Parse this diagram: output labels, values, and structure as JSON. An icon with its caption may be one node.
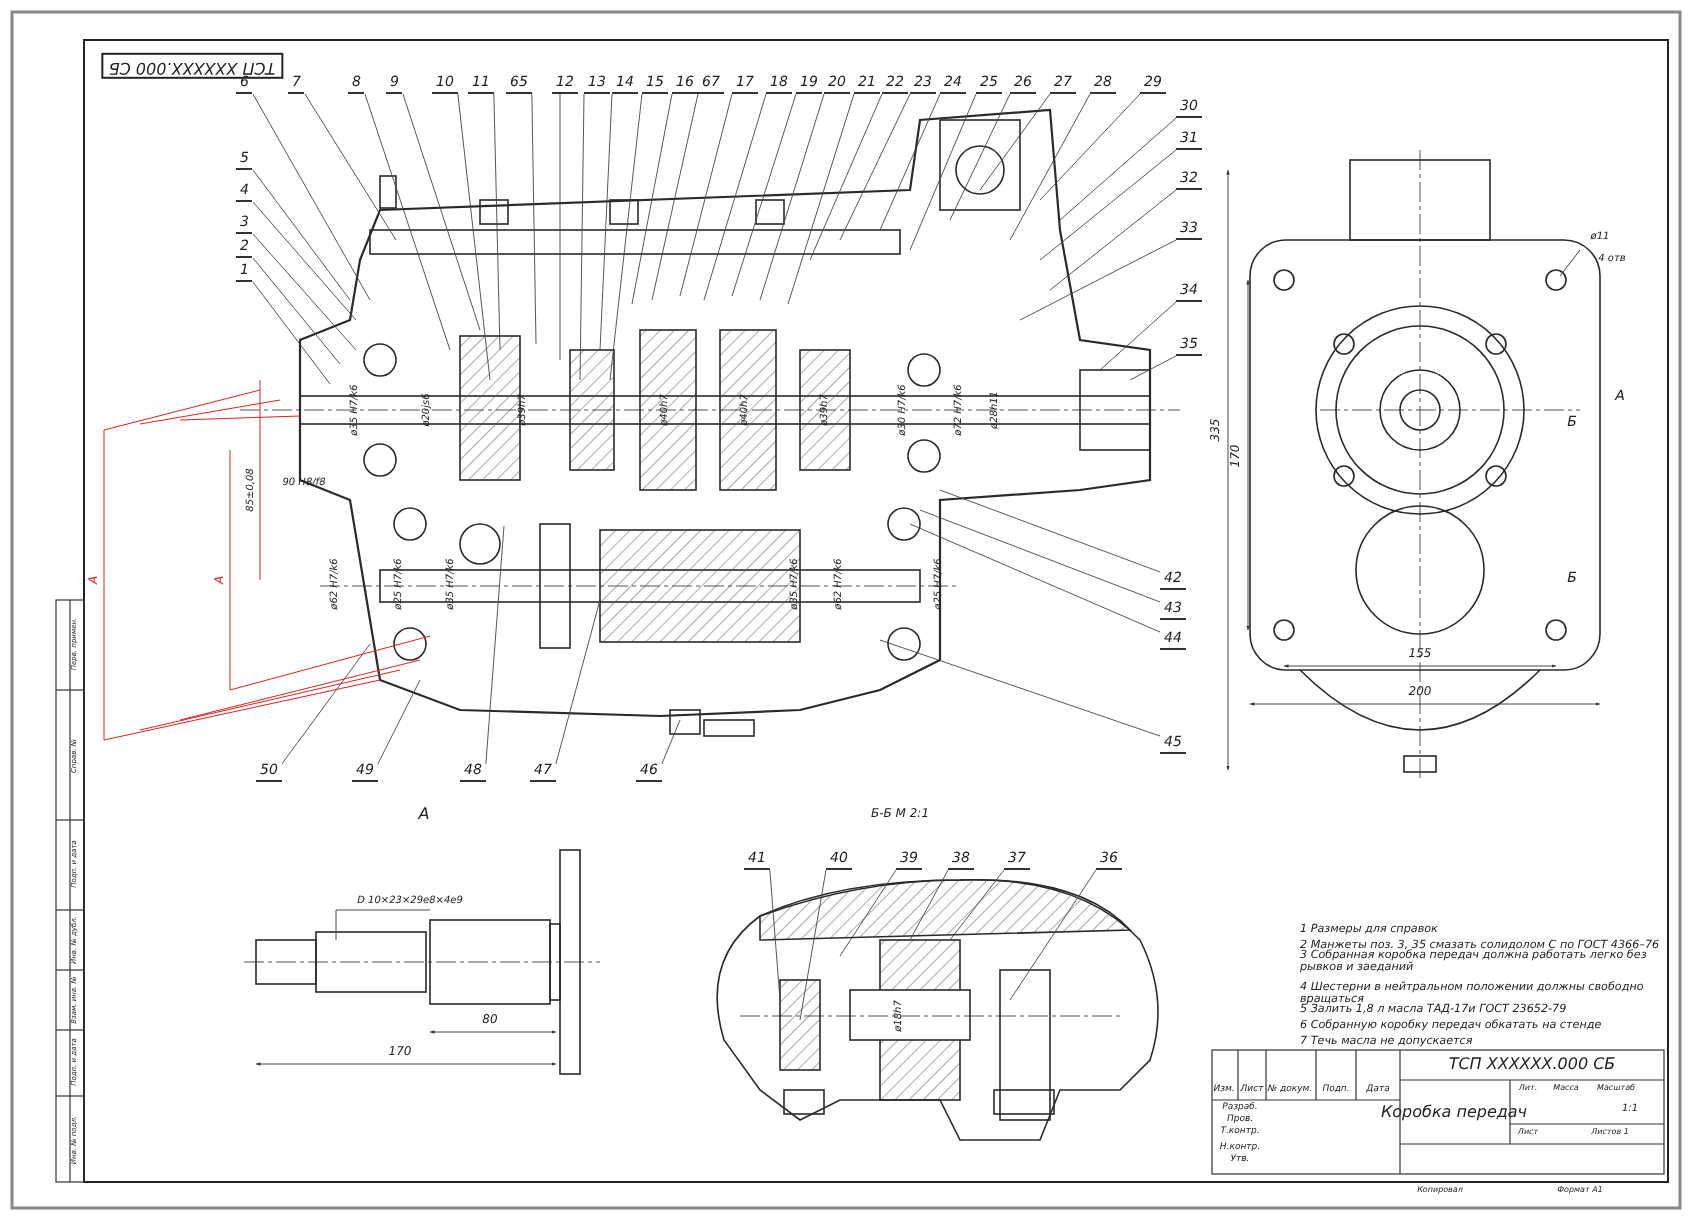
{
  "diagram": {
    "nodes": [
      {
        "text": [
          "6"
        ]
      },
      {
        "text": [
          "7"
        ]
      },
      {
        "text": [
          "8"
        ]
      },
      {
        "text": [
          "9"
        ]
      },
      {
        "text": [
          "10"
        ]
      },
      {
        "text": [
          "11"
        ]
      },
      {
        "text": [
          "65"
        ]
      },
      {
        "text": [
          "12"
        ]
      },
      {
        "text": [
          "13"
        ]
      },
      {
        "text": [
          "14"
        ]
      },
      {
        "text": [
          "15"
        ]
      },
      {
        "text": [
          "16"
        ]
      },
      {
        "text": [
          "67"
        ]
      },
      {
        "text": [
          "17"
        ]
      },
      {
        "text": [
          "18"
        ]
      },
      {
        "text": [
          "19"
        ]
      },
      {
        "text": [
          "20"
        ]
      },
      {
        "text": [
          "21"
        ]
      },
      {
        "text": [
          "22"
        ]
      },
      {
        "text": [
          "23"
        ]
      },
      {
        "text": [
          "24"
        ]
      },
      {
        "text": [
          "25"
        ]
      },
      {
        "text": [
          "26"
        ]
      },
      {
        "text": [
          "27"
        ]
      },
      {
        "text": [
          "28"
        ]
      },
      {
        "text": [
          "29"
        ]
      },
      {
        "text": [
          "5"
        ]
      },
      {
        "text": [
          "4"
        ]
      },
      {
        "text": [
          "3"
        ]
      },
      {
        "text": [
          "2"
        ]
      },
      {
        "text": [
          "1"
        ]
      },
      {
        "text": [
          "30"
        ]
      },
      {
        "text": [
          "31"
        ]
      },
      {
        "text": [
          "32"
        ]
      },
      {
        "text": [
          "33"
        ]
      },
      {
        "text": [
          "34"
        ]
      },
      {
        "text": [
          "35"
        ]
      },
      {
        "text": [
          "42"
        ]
      },
      {
        "text": [
          "43"
        ]
      },
      {
        "text": [
          "44"
        ]
      },
      {
        "text": [
          "45"
        ]
      },
      {
        "text": [
          "50"
        ]
      },
      {
        "text": [
          "49"
        ]
      },
      {
        "text": [
          "48"
        ]
      },
      {
        "text": [
          "47"
        ]
      },
      {
        "text": [
          "46"
        ]
      },
      {
        "text": [
          "41"
        ]
      },
      {
        "text": [
          "40"
        ]
      },
      {
        "text": [
          "39"
        ]
      },
      {
        "text": [
          "38"
        ]
      },
      {
        "text": [
          "37"
        ]
      },
      {
        "text": [
          "36"
        ]
      }
    ],
    "edges": [
      {
        "from": 0,
        "to": null,
        "arrow": "none"
      },
      {
        "from": 1,
        "to": null,
        "arrow": "none"
      },
      {
        "from": 2,
        "to": null,
        "arrow": "none"
      },
      {
        "from": 3,
        "to": null,
        "arrow": "none"
      },
      {
        "from": 4,
        "to": null,
        "arrow": "none"
      },
      {
        "from": 5,
        "to": null,
        "arrow": "none"
      },
      {
        "from": 6,
        "to": null,
        "arrow": "none"
      },
      {
        "from": 7,
        "to": null,
        "arrow": "none"
      },
      {
        "from": 8,
        "to": null,
        "arrow": "none"
      },
      {
        "from": 9,
        "to": null,
        "arrow": "none"
      },
      {
        "from": 10,
        "to": null,
        "arrow": "none"
      },
      {
        "from": 11,
        "to": null,
        "arrow": "none"
      },
      {
        "from": 12,
        "to": null,
        "arrow": "none"
      },
      {
        "from": 13,
        "to": null,
        "arrow": "none"
      },
      {
        "from": 14,
        "to": null,
        "arrow": "none"
      },
      {
        "from": 15,
        "to": null,
        "arrow": "none"
      },
      {
        "from": 16,
        "to": null,
        "arrow": "none"
      },
      {
        "from": 17,
        "to": null,
        "arrow": "none"
      },
      {
        "from": 18,
        "to": null,
        "arrow": "none"
      },
      {
        "from": 19,
        "to": null,
        "arrow": "none"
      },
      {
        "from": 20,
        "to": null,
        "arrow": "none"
      },
      {
        "from": 21,
        "to": null,
        "arrow": "none"
      },
      {
        "from": 22,
        "to": null,
        "arrow": "none"
      },
      {
        "from": 23,
        "to": null,
        "arrow": "none"
      },
      {
        "from": 24,
        "to": null,
        "arrow": "none"
      },
      {
        "from": 25,
        "to": null,
        "arrow": "none"
      },
      {
        "from": 26,
        "to": null,
        "arrow": "none"
      },
      {
        "from": 27,
        "to": null,
        "arrow": "none"
      },
      {
        "from": 28,
        "to": null,
        "arrow": "none"
      },
      {
        "from": 29,
        "to": null,
        "arrow": "none"
      },
      {
        "from": 30,
        "to": null,
        "arrow": "none"
      },
      {
        "from": 31,
        "to": null,
        "arrow": "none"
      },
      {
        "from": 32,
        "to": null,
        "arrow": "none"
      },
      {
        "from": 33,
        "to": null,
        "arrow": "none"
      },
      {
        "from": 34,
        "to": null,
        "arrow": "none"
      },
      {
        "from": 35,
        "to": null,
        "arrow": "none"
      },
      {
        "from": 36,
        "to": null,
        "arrow": "none"
      },
      {
        "from": 37,
        "to": null,
        "arrow": "none"
      },
      {
        "from": 38,
        "to": null,
        "arrow": "none"
      },
      {
        "from": 39,
        "to": null,
        "arrow": "none"
      },
      {
        "from": 40,
        "to": null,
        "arrow": "none"
      },
      {
        "from": 41,
        "to": null,
        "arrow": "none"
      },
      {
        "from": 42,
        "to": null,
        "arrow": "none"
      },
      {
        "from": 43,
        "to": null,
        "arrow": "none"
      },
      {
        "from": 44,
        "to": null,
        "arrow": "none"
      },
      {
        "from": 45,
        "to": null,
        "arrow": "none"
      },
      {
        "from": 46,
        "to": null,
        "arrow": "none"
      },
      {
        "from": 47,
        "to": null,
        "arrow": "none"
      },
      {
        "from": 48,
        "to": null,
        "arrow": "none"
      },
      {
        "from": 49,
        "to": null,
        "arrow": "none"
      },
      {
        "from": 50,
        "to": null,
        "arrow": "none"
      },
      {
        "from": 51,
        "to": null,
        "arrow": "none"
      }
    ],
    "labels": [
      "ТСП XXXXXX.000 СБ",
      "ø35 H7/k6",
      "ø20js6",
      "ø39h7",
      "ø40h7",
      "ø40h7",
      "ø39h7",
      "ø30 H7/k6",
      "ø72 H7/k6",
      "ø28h11",
      "90 H8/f8",
      "85±0,08",
      "А",
      "А",
      "ø62 H7/k6",
      "ø25 H7/k6",
      "ø35 H7/k6",
      "ø35 H7/k6",
      "ø62 H7/k6",
      "ø25 H7/k6",
      "ø11",
      "4 отв",
      "335",
      "170",
      "А",
      "Б",
      "Б",
      "155",
      "200",
      "А",
      "Б-Б  М 2:1",
      "D 10×23×29e8×4e9",
      "80",
      "170",
      "ø18h7",
      "1  Размеры для справок",
      "2  Манжеты поз. 3, 35 смазать солидолом С по ГОСТ 4366–76",
      "3  Собранная коробка передач должна работать легко без рывков и заеданий",
      "4  Шестерни в нейтральном положении должны свободно вращаться",
      "5  Залить 1,8 л масла ТАД-17и ГОСТ 23652-79",
      "6  Собранную коробку передач обкатать на стенде",
      "7  Течь масла не допускается",
      "ТСП XXXXXX.000 СБ",
      "Коробка передач",
      "Лит.",
      "Масса",
      "Масштаб",
      "1:1",
      "Лист",
      "Листов 1",
      "Изм.",
      "Лист",
      "№ докум.",
      "Подп.",
      "Дата",
      "Разраб.",
      "Пров.",
      "Т.контр.",
      "Н.контр.",
      "Утв.",
      "Копировал",
      "Формат А1",
      "Перв. примен.",
      "Справ. №",
      "Подп. и дата",
      "Инв. № дубл.",
      "Взам. инв. №",
      "Подп. и дата",
      "Инв. № подл."
    ]
  }
}
